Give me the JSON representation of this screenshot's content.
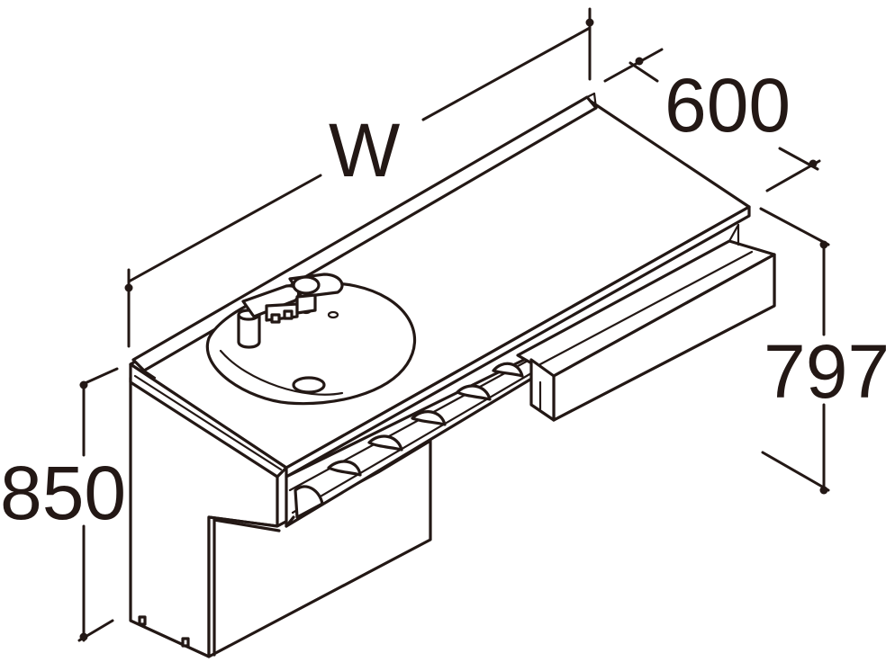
{
  "dimensions": {
    "width_label": "W",
    "depth_label": "600",
    "counter_height_label": "797",
    "total_height_label": "850"
  },
  "colors": {
    "line": "#231815",
    "background": "#ffffff"
  }
}
